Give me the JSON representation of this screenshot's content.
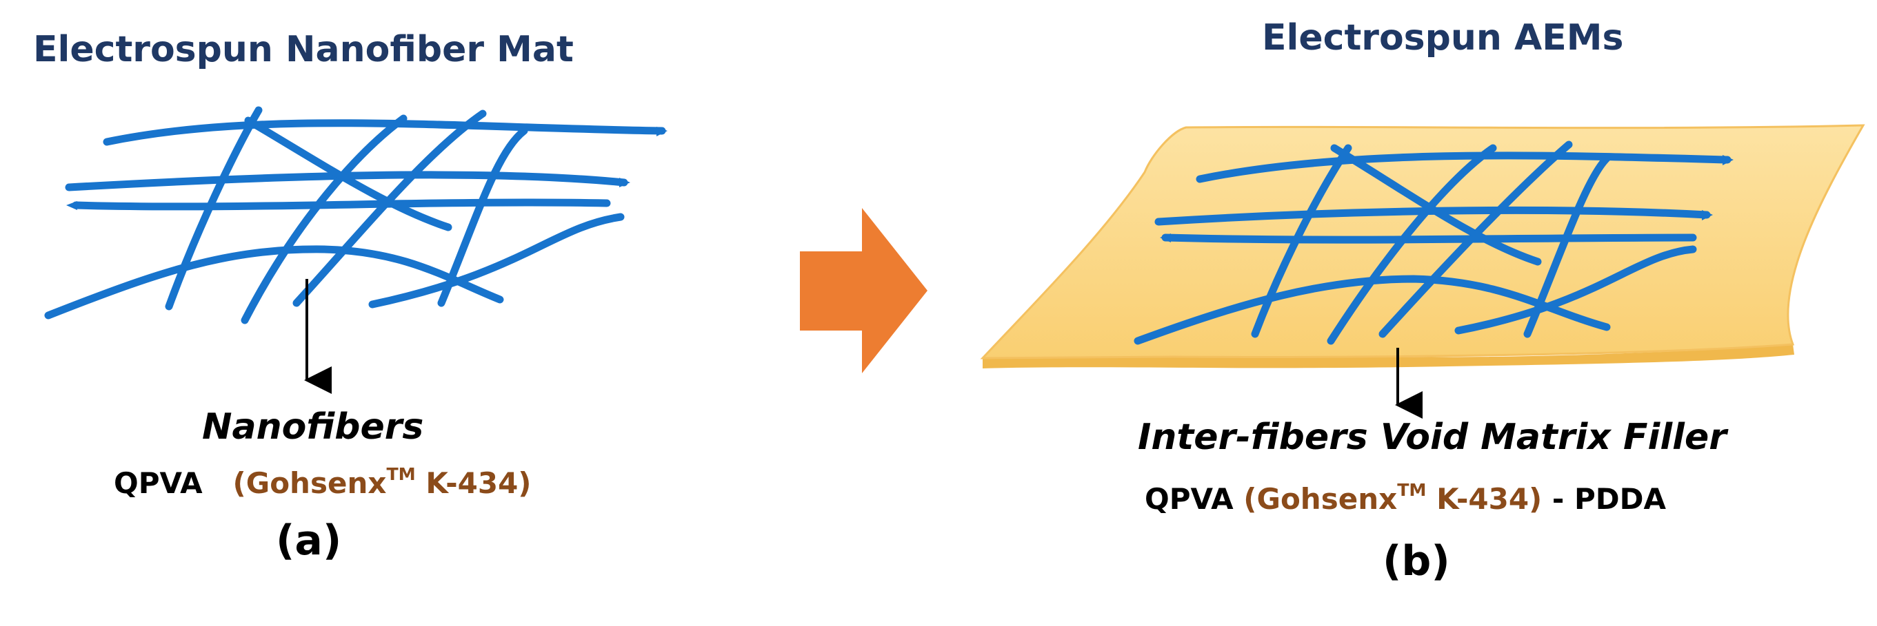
{
  "left": {
    "title": "Electrospun Nanofiber Mat",
    "label": "Nanofibers",
    "formula": {
      "prefix": "QPVA",
      "brand": "(Gohsenx",
      "tm": "TM",
      "grade": "K-434)"
    },
    "panel": "(a)"
  },
  "right": {
    "title": "Electrospun AEMs",
    "label_part1": "Inter-fibers",
    "label_part2": "Void Matrix Filler",
    "formula": {
      "prefix": "QPVA",
      "brand": "(Gohsenx",
      "tm": "TM",
      "grade": "K-434)",
      "suffix": "- PDDA"
    },
    "panel": "(b)"
  },
  "colors": {
    "fiber": "#1874cd",
    "membrane_fill": "#fbd98a",
    "membrane_edge": "#e9b04c",
    "arrow": "#ed7d31",
    "title": "#1f3864",
    "brand_text": "#8b4b1a"
  }
}
